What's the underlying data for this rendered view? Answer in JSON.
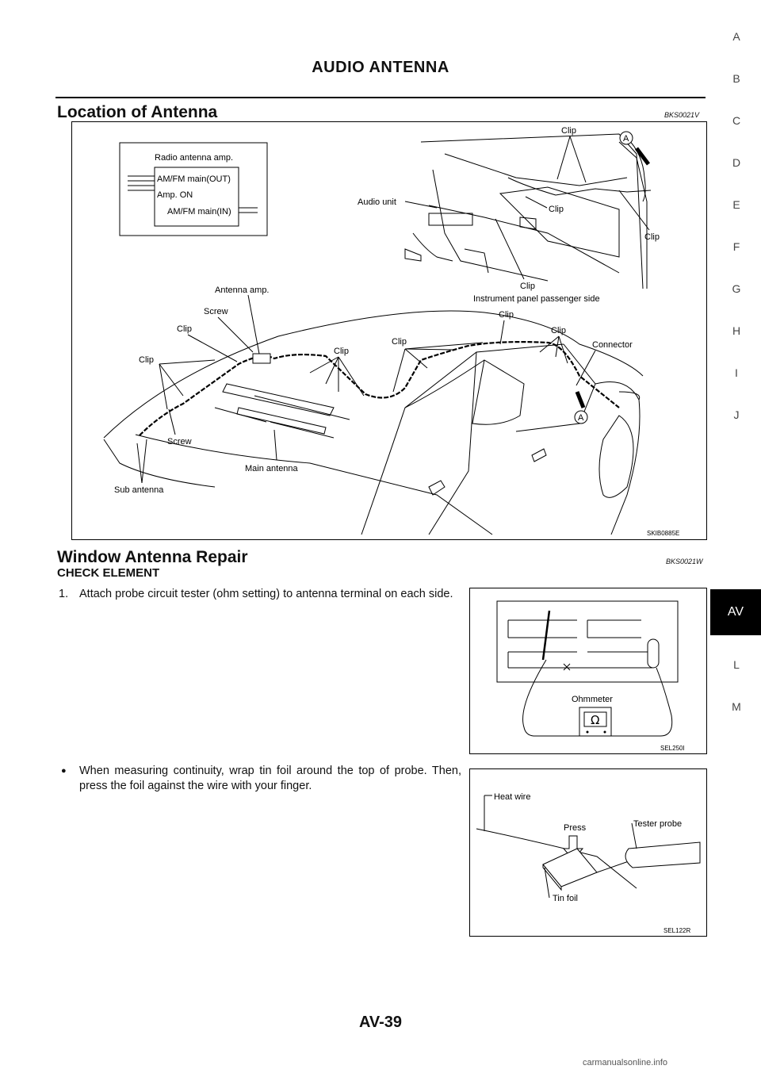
{
  "header": {
    "title": "AUDIO ANTENNA"
  },
  "section1": {
    "title": "Location of Antenna",
    "code": "BKS0021V",
    "figure": {
      "inset_title": "Radio antenna amp.",
      "inset_labels": [
        "AM/FM main(OUT)",
        "Amp. ON",
        "AM/FM main(IN)"
      ],
      "labels": {
        "audio_unit": "Audio unit",
        "clip": "Clip",
        "instrument_panel": "Instrument panel passenger side",
        "antenna_amp": "Antenna amp.",
        "screw": "Screw",
        "connector": "Connector",
        "main_antenna": "Main antenna",
        "sub_antenna": "Sub antenna",
        "marker_a": "A"
      },
      "ref": "SKIB0885E"
    }
  },
  "section2": {
    "title": "Window Antenna Repair",
    "code": "BKS0021W",
    "subtitle": "CHECK ELEMENT",
    "step1_num": "1.",
    "step1": "Attach probe circuit tester (ohm setting) to antenna terminal on each side.",
    "bullet": "When measuring continuity, wrap tin foil around the top of probe. Then, press the foil against the wire with your finger.",
    "figure1": {
      "ohmmeter": "Ohmmeter",
      "omega": "Ω",
      "ref": "SEL250I"
    },
    "figure2": {
      "heat_wire": "Heat wire",
      "press": "Press",
      "tester_probe": "Tester probe",
      "tin_foil": "Tin foil",
      "ref": "SEL122R"
    }
  },
  "side_index": [
    "A",
    "B",
    "C",
    "D",
    "E",
    "F",
    "G",
    "H",
    "I",
    "J",
    "AV",
    "L",
    "M"
  ],
  "footer": {
    "page": "AV-39"
  },
  "watermark": "carmanualsonline.info"
}
